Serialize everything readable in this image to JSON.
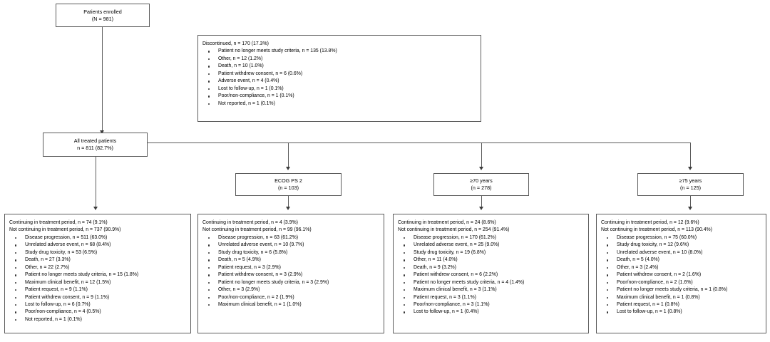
{
  "diagram": {
    "title": "CONSORT-style patient disposition flow diagram",
    "colors": {
      "background": "#ffffff",
      "box_border": "#5b5b5b",
      "connector": "#5b5b5b",
      "text": "#000000"
    },
    "enrolled": {
      "line1": "Patients enrolled",
      "line2": "(N = 981)"
    },
    "discontinued": {
      "header": "Discontinued, n = 170 (17.3%)",
      "items": [
        "Patient no longer meets study criteria, n = 135 (13.8%)",
        "Other, n = 12 (1.2%)",
        "Death, n = 10 (1.0%)",
        "Patient withdrew consent, n = 6 (0.6%)",
        "Adverse event, n = 4 (0.4%)",
        "Lost to follow-up, n = 1 (0.1%)",
        "Poor/non-compliance, n = 1 (0.1%)",
        "Not reported, n = 1 (0.1%)"
      ]
    },
    "all_treated": {
      "line1": "All treated patients",
      "line2": "n = 811 (82.7%)"
    },
    "subgroups": [
      {
        "line1": "ECOG PS 2",
        "line2": "(n = 103)"
      },
      {
        "line1": "≥70 years",
        "line2": "(n = 278)"
      },
      {
        "line1": "≥75 years",
        "line2": "(n = 125)"
      }
    ],
    "outcomes": [
      {
        "continuing": "Continuing in treatment period, n = 74 (9.1%)",
        "not_continuing": "Not continuing in treatment period, n = 737 (90.9%)",
        "items": [
          "Disease progression, n = 511 (63.0%)",
          "Unrelated adverse event, n = 68 (8.4%)",
          "Study drug toxicity, n = 53 (6.5%)",
          "Death, n = 27 (3.3%)",
          "Other, n = 22 (2.7%)",
          "Patient no longer meets study criteria, n = 15 (1.8%)",
          "Maximum clinical benefit, n = 12 (1.5%)",
          "Patient request, n = 9 (1.1%)",
          "Patient withdrew consent, n = 9 (1.1%)",
          "Lost to follow-up, n = 6 (0.7%)",
          "Poor/non-compliance, n = 4 (0.5%)",
          "Not reported, n = 1 (0.1%)"
        ]
      },
      {
        "continuing": "Continuing in treatment period, n = 4 (3.9%)",
        "not_continuing": "Not continuing in treatment period, n = 99 (96.1%)",
        "items": [
          "Disease progression, n = 63 (61.2%)",
          "Unrelated adverse event, n = 10 (9.7%)",
          "Study drug toxicity, n = 6 (5.8%)",
          "Death, n = 5 (4.9%)",
          "Patient request, n = 3 (2.9%)",
          "Patient withdrew consent, n = 3 (2.9%)",
          "Patient no longer meets study criteria, n = 3 (2.9%)",
          "Other, n = 3 (2.9%)",
          "Poor/non-compliance, n = 2 (1.9%)",
          "Maximum clinical benefit, n = 1 (1.0%)"
        ]
      },
      {
        "continuing": "Continuing in treatment period, n = 24 (8.6%)",
        "not_continuing": "Not continuing in treatment period, n = 254 (91.4%)",
        "items": [
          "Disease progression, n = 170 (61.2%)",
          "Unrelated adverse event, n = 25 (9.0%)",
          "Study drug toxicity, n = 19 (6.8%)",
          "Other, n = 11 (4.0%)",
          "Death, n = 9 (3.2%)",
          "Patient withdrew consent, n = 6 (2.2%)",
          "Patient no longer meets study criteria, n = 4 (1.4%)",
          "Maximum clinical benefit, n = 3 (1.1%)",
          "Patient request, n = 3 (1.1%)",
          "Poor/non-compliance, n = 3 (1.1%)",
          "Lost to follow-up, n = 1 (0.4%)"
        ]
      },
      {
        "continuing": "Continuing in treatment period, n = 12 (9.6%)",
        "not_continuing": "Not continuing in treatment period, n = 113 (90.4%)",
        "items": [
          "Disease progression, n = 75 (60.0%)",
          "Study drug toxicity, n = 12 (9.6%)",
          "Unrelated adverse event, n = 10 (8.0%)",
          "Death, n = 5 (4.0%)",
          "Other, n = 3 (2.4%)",
          "Patient withdrew consent, n = 2 (1.6%)",
          "Poor/non-compliance, n = 2 (1.6%)",
          "Patient no longer meets study criteria, n = 1 (0.8%)",
          "Maximum clinical benefit, n = 1 (0.8%)",
          "Patient request, n = 1 (0.8%)",
          "Lost to follow-up, n = 1 (0.8%)"
        ]
      }
    ]
  }
}
